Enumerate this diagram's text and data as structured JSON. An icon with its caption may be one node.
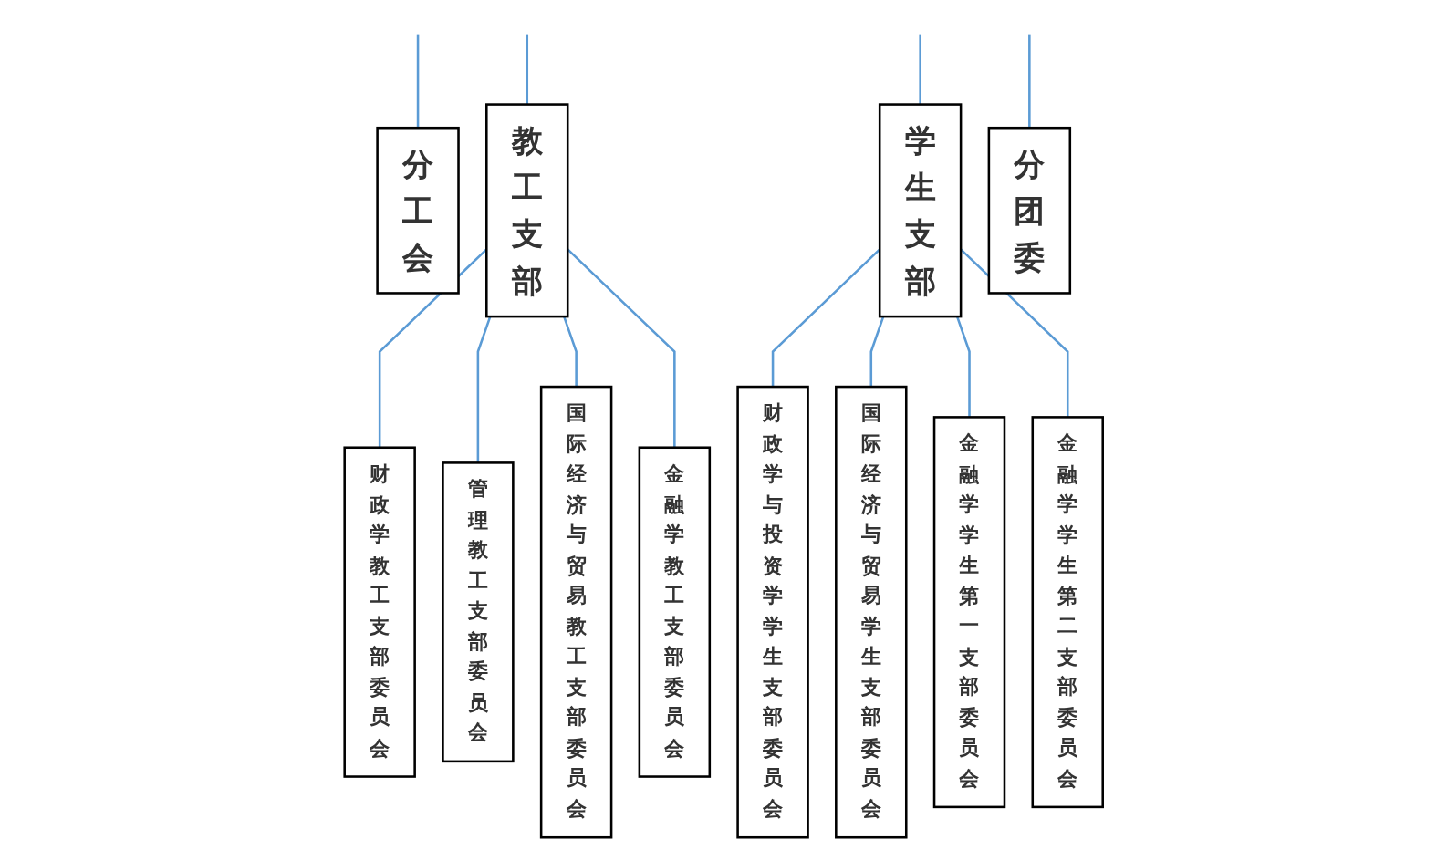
{
  "diagram": {
    "nodes": [
      {
        "text": [
          "分工会"
        ]
      },
      {
        "text": [
          "教工支部"
        ]
      },
      {
        "text": [
          "学生支部"
        ]
      },
      {
        "text": [
          "分团委"
        ]
      },
      {
        "text": [
          "财政学教工支部委员会"
        ]
      },
      {
        "text": [
          "管理教工支部委员会"
        ]
      },
      {
        "text": [
          "国际经济与贸易教工支部委员会"
        ]
      },
      {
        "text": [
          "金融学教工支部委员会"
        ]
      },
      {
        "text": [
          "财政学与投资学学生支部委员会"
        ]
      },
      {
        "text": [
          "国际经济与贸易学生支部委员会"
        ]
      },
      {
        "text": [
          "金融学学生第一支部委员会"
        ]
      },
      {
        "text": [
          "金融学学生第二支部委员会"
        ]
      }
    ],
    "edges": [
      {
        "from": null,
        "to": 0,
        "arrow": "none"
      },
      {
        "from": null,
        "to": 1,
        "arrow": "none"
      },
      {
        "from": null,
        "to": 2,
        "arrow": "none"
      },
      {
        "from": null,
        "to": 3,
        "arrow": "none"
      },
      {
        "from": 1,
        "to": 4,
        "arrow": "none"
      },
      {
        "from": 1,
        "to": 5,
        "arrow": "none"
      },
      {
        "from": 1,
        "to": 6,
        "arrow": "none"
      },
      {
        "from": 1,
        "to": 7,
        "arrow": "none"
      },
      {
        "from": 2,
        "to": 8,
        "arrow": "none"
      },
      {
        "from": 2,
        "to": 9,
        "arrow": "none"
      },
      {
        "from": 2,
        "to": 10,
        "arrow": "none"
      },
      {
        "from": 2,
        "to": 11,
        "arrow": "none"
      }
    ]
  }
}
